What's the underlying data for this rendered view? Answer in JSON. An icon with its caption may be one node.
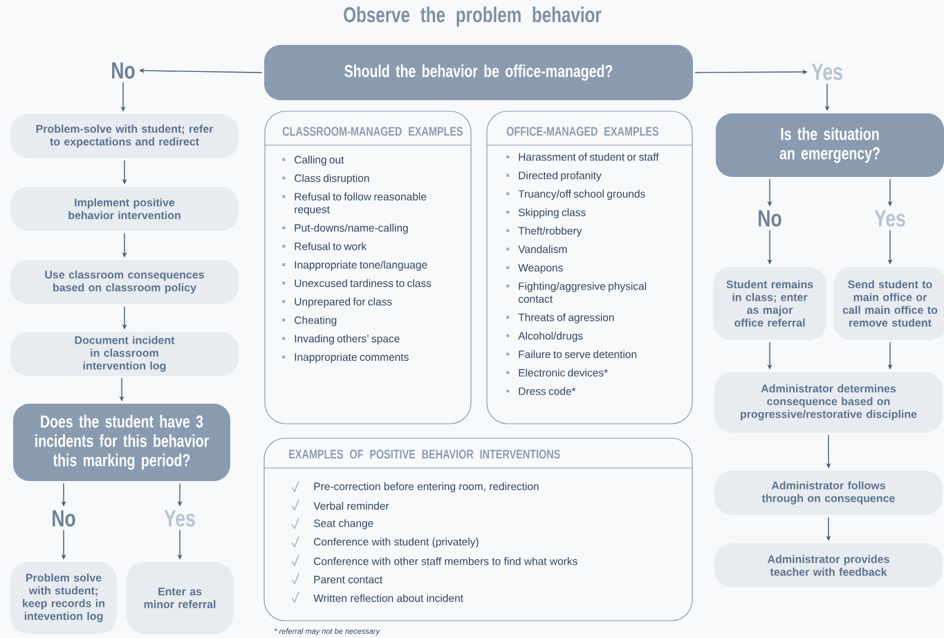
{
  "diagram": {
    "title": "Observe the problem behavior",
    "nodes": [
      {
        "text": [
          "Should the behavior be office-managed?"
        ]
      },
      {
        "text": [
          "No"
        ]
      },
      {
        "text": [
          "Yes"
        ]
      },
      {
        "text": [
          "Problem-solve with student; refer to expectations and redirect"
        ]
      },
      {
        "text": [
          "Implement positive behavior intervention"
        ]
      },
      {
        "text": [
          "Use classroom consequences based on classroom policy"
        ]
      },
      {
        "text": [
          "Document incident in classroom intervention log"
        ]
      },
      {
        "text": [
          "Does the student have 3 incidents for this behavior this marking period?"
        ]
      },
      {
        "text": [
          "No"
        ]
      },
      {
        "text": [
          "Yes"
        ]
      },
      {
        "text": [
          "Problem solve with student; keep records in intevention log"
        ]
      },
      {
        "text": [
          "Enter as minor referral"
        ]
      },
      {
        "text": [
          "CLASSROOM-MANAGED EXAMPLES",
          "Calling out",
          "Class disruption",
          "Refusal to follow reasonable request",
          "Put-downs/name-calling",
          "Refusal to work",
          "Inappropriate tone/language",
          "Unexcused tardiness to class",
          "Unprepared for class",
          "Cheating",
          "Invading others’ space",
          "Inappropriate comments"
        ]
      },
      {
        "text": [
          "OFFICE-MANAGED EXAMPLES",
          "Harassment of student or staff",
          "Directed profanity",
          "Truancy/off school grounds",
          "Skipping class",
          "Theft/robbery",
          "Vandalism",
          "Weapons",
          "Fighting/aggresive physical contact",
          "Threats of agression",
          "Alcohol/drugs",
          "Failure to serve detention",
          "Electronic devices*",
          "Dress code*"
        ]
      },
      {
        "text": [
          "EXAMPLES OF POSITIVE BEHAVIOR INTERVENTIONS",
          "Pre-correction before entering room, redirection",
          "Verbal reminder",
          "Seat change",
          "Conference with student (privately)",
          "Conference with other staff members to find what works",
          "Parent contact",
          "Written reflection about incident"
        ]
      },
      {
        "text": [
          "Is the situation an emergency?"
        ]
      },
      {
        "text": [
          "No"
        ]
      },
      {
        "text": [
          "Yes"
        ]
      },
      {
        "text": [
          "Student remains in class; enter as major office referral"
        ]
      },
      {
        "text": [
          "Send student to main office or call main office to remove student"
        ]
      },
      {
        "text": [
          "Administrator determines consequence based on progressive/restorative discipline"
        ]
      },
      {
        "text": [
          "Administrator follows through on consequence"
        ]
      },
      {
        "text": [
          "Administrator provides teacher with feedback"
        ]
      }
    ],
    "edges": [
      {
        "from": 0,
        "to": 1,
        "arrow": "to"
      },
      {
        "from": 1,
        "to": 3,
        "arrow": "to"
      },
      {
        "from": 3,
        "to": 4,
        "arrow": "to"
      },
      {
        "from": 4,
        "to": 5,
        "arrow": "to"
      },
      {
        "from": 5,
        "to": 6,
        "arrow": "to"
      },
      {
        "from": 6,
        "to": 7,
        "arrow": "to"
      },
      {
        "from": 7,
        "to": 8,
        "arrow": "to"
      },
      {
        "from": 7,
        "to": 9,
        "arrow": "to"
      },
      {
        "from": 8,
        "to": 10,
        "arrow": "to"
      },
      {
        "from": 9,
        "to": 11,
        "arrow": "to"
      },
      {
        "from": 0,
        "to": 2,
        "arrow": "to"
      },
      {
        "from": 2,
        "to": 15,
        "arrow": "to"
      },
      {
        "from": 15,
        "to": 16,
        "arrow": "to"
      },
      {
        "from": 15,
        "to": 17,
        "arrow": "to"
      },
      {
        "from": 16,
        "to": 18,
        "arrow": "to"
      },
      {
        "from": 17,
        "to": 19,
        "arrow": "to"
      },
      {
        "from": 18,
        "to": 20,
        "arrow": "to"
      },
      {
        "from": 19,
        "to": 20,
        "arrow": "to"
      },
      {
        "from": 20,
        "to": 21,
        "arrow": "to"
      },
      {
        "from": 21,
        "to": 22,
        "arrow": "to"
      }
    ],
    "labels": [
      "* referral may not be necessary"
    ]
  }
}
